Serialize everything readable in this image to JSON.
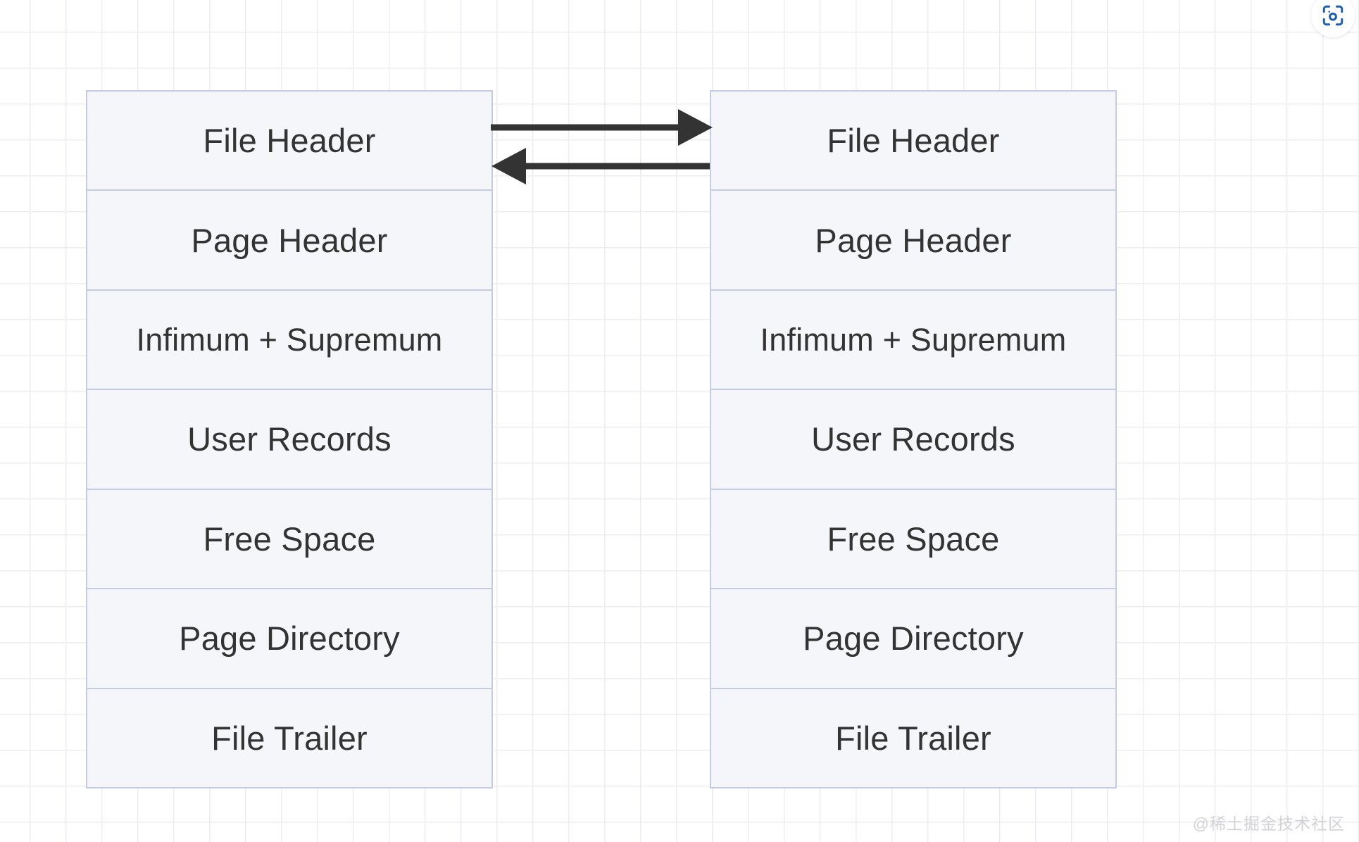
{
  "diagram": {
    "type": "innodb-page-structure-comparison",
    "left_page": {
      "name": "page-box-left",
      "rows": [
        {
          "label": "File Header"
        },
        {
          "label": "Page Header"
        },
        {
          "label": "Infimum + Supremum"
        },
        {
          "label": "User Records"
        },
        {
          "label": "Free Space"
        },
        {
          "label": "Page Directory"
        },
        {
          "label": "File Trailer"
        }
      ]
    },
    "right_page": {
      "name": "page-box-right",
      "rows": [
        {
          "label": "File Header"
        },
        {
          "label": "Page Header"
        },
        {
          "label": "Infimum + Supremum"
        },
        {
          "label": "User Records"
        },
        {
          "label": "Free Space"
        },
        {
          "label": "Page Directory"
        },
        {
          "label": "File Trailer"
        }
      ]
    },
    "connectors": [
      {
        "name": "arrow-left-to-right",
        "direction": "right",
        "from": "left-page-file-header",
        "to": "right-page-file-header"
      },
      {
        "name": "arrow-right-to-left",
        "direction": "left",
        "from": "right-page-file-header",
        "to": "left-page-file-header"
      }
    ],
    "colors": {
      "box_fill": "#f4f6fa",
      "box_border": "#c6cbe4",
      "text": "#333333",
      "grid_line": "#ededf2",
      "background": "#ffffff",
      "arrow": "#333333",
      "accent": "#1a5fb4"
    }
  },
  "toolbar": {
    "scan_button": {
      "icon": "scan-focus-icon",
      "label": ""
    }
  },
  "watermark": {
    "text": "@稀土掘金技术社区"
  }
}
